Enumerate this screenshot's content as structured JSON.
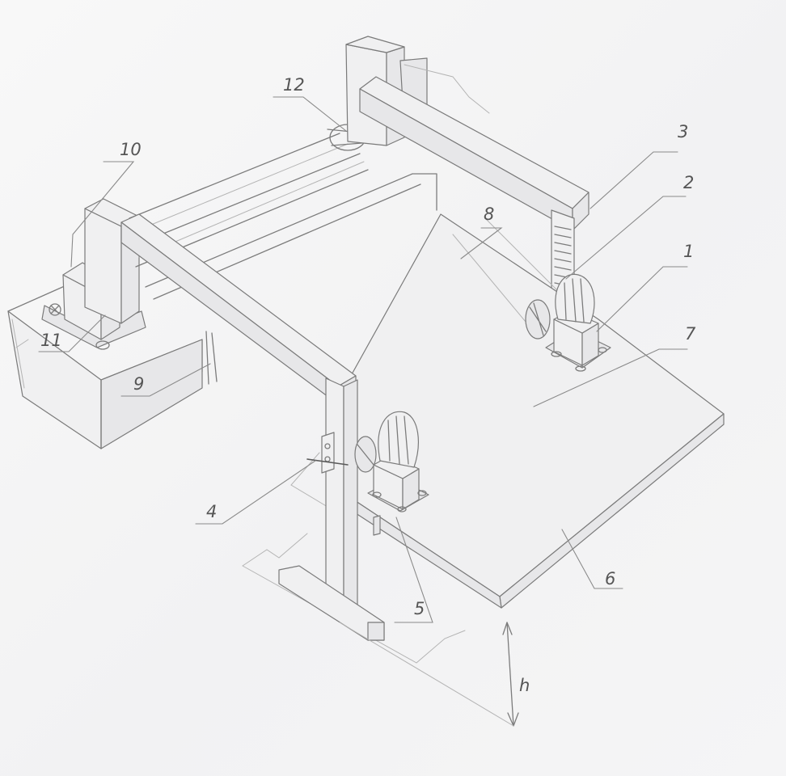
{
  "labels": {
    "l1": "1",
    "l2": "2",
    "l3": "3",
    "l4": "4",
    "l5": "5",
    "l6": "6",
    "l7": "7",
    "l8": "8",
    "l9": "9",
    "l10": "10",
    "l11": "11",
    "l12": "12",
    "h": "h"
  }
}
